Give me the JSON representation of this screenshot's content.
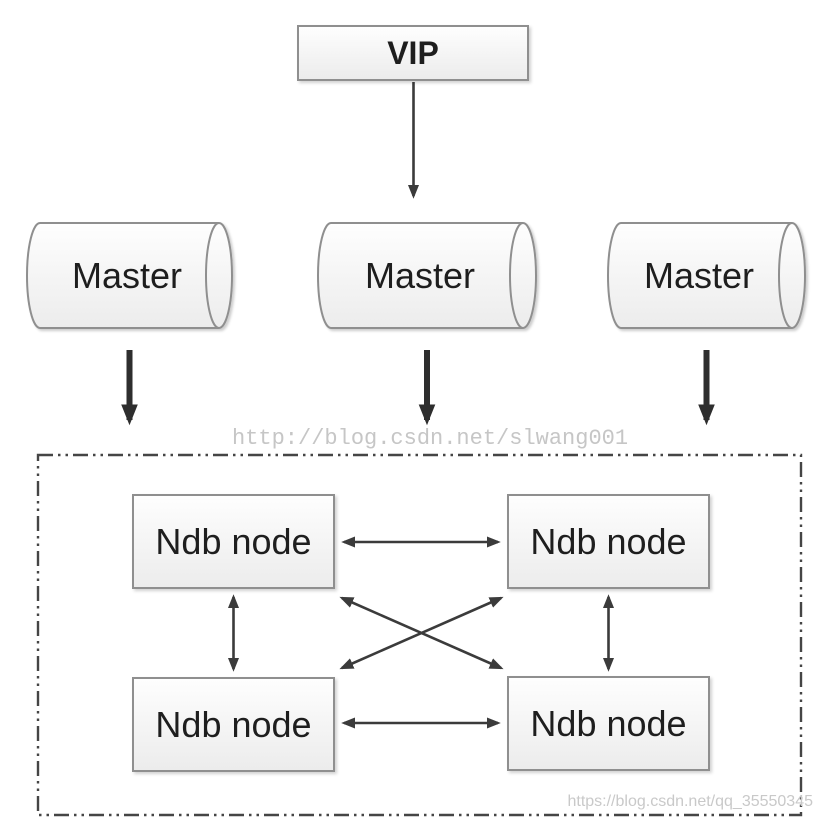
{
  "nodes": {
    "vip": {
      "label": "VIP"
    },
    "masters": [
      {
        "label": "Master"
      },
      {
        "label": "Master"
      },
      {
        "label": "Master"
      }
    ],
    "ndb_nodes": [
      {
        "label": "Ndb node"
      },
      {
        "label": "Ndb node"
      },
      {
        "label": "Ndb node"
      },
      {
        "label": "Ndb node"
      }
    ]
  },
  "watermarks": {
    "center": "http://blog.csdn.net/slwang001",
    "bottom_right": "https://blog.csdn.net/qq_35550345"
  },
  "colors": {
    "box_border": "#8f8f8f",
    "box_fill_top": "#fefefe",
    "box_fill_bottom": "#ececec",
    "arrow": "#3b3b3b",
    "bold_arrow": "#2e2e2e",
    "cluster_border": "#454545",
    "watermark": "#c7c7c7",
    "label_text": "#1e1e1e"
  }
}
